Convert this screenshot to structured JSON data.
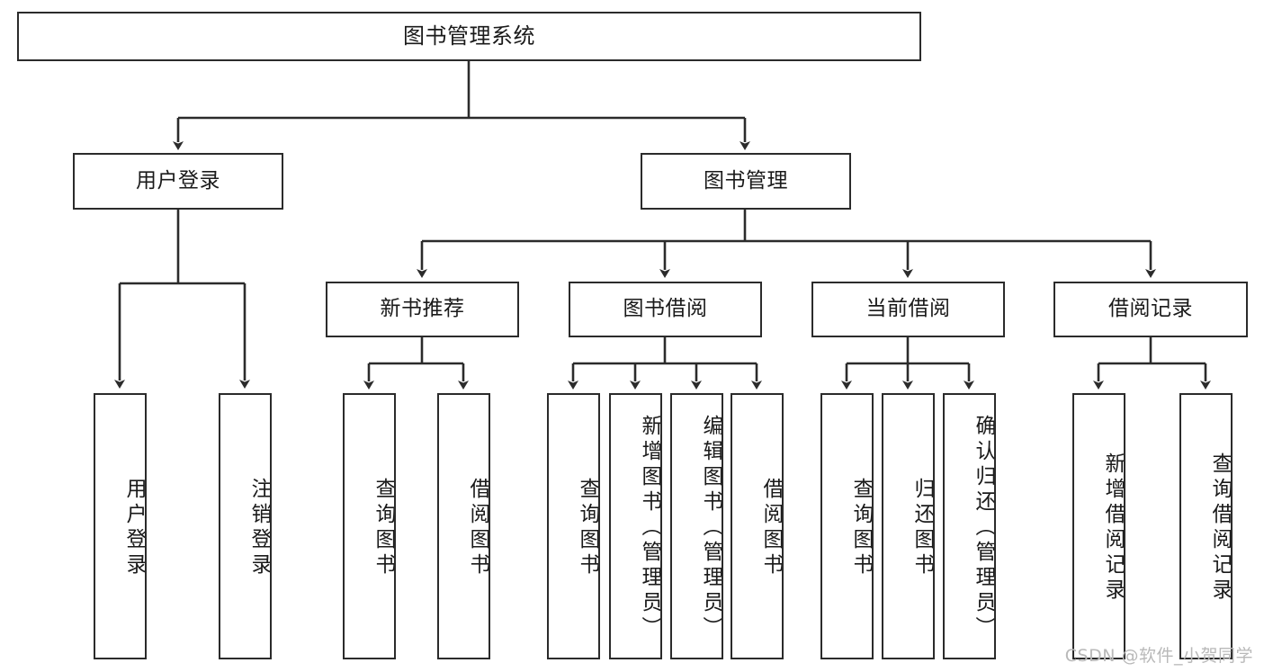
{
  "diagram": {
    "title": "图书管理系统",
    "type": "tree-hierarchy",
    "watermark": "CSDN @软件_小贺同学",
    "line_color": "#2b2b2b",
    "box_fill": "#ffffff",
    "text_color": "#1a1a1a",
    "watermark_color": "#b9b9b9"
  },
  "nodes": {
    "root": {
      "label": "图书管理系统"
    },
    "level1": [
      {
        "label": "用户登录"
      },
      {
        "label": "图书管理"
      }
    ],
    "level2": [
      {
        "label": "新书推荐"
      },
      {
        "label": "图书借阅"
      },
      {
        "label": "当前借阅"
      },
      {
        "label": "借阅记录"
      }
    ],
    "leaves": {
      "user_login": [
        {
          "label": "用户登录"
        },
        {
          "label": "注销登录"
        }
      ],
      "new_book_recommend": [
        {
          "label": "查询图书"
        },
        {
          "label": "借阅图书"
        }
      ],
      "book_borrow": [
        {
          "label": "查询图书"
        },
        {
          "label": "新增图书（管理员）"
        },
        {
          "label": "编辑图书（管理员）"
        },
        {
          "label": "借阅图书"
        }
      ],
      "current_borrow": [
        {
          "label": "查询图书"
        },
        {
          "label": "归还图书"
        },
        {
          "label": "确认归还（管理员）"
        }
      ],
      "borrow_record": [
        {
          "label": "新增借阅记录"
        },
        {
          "label": "查询借阅记录"
        }
      ]
    }
  }
}
